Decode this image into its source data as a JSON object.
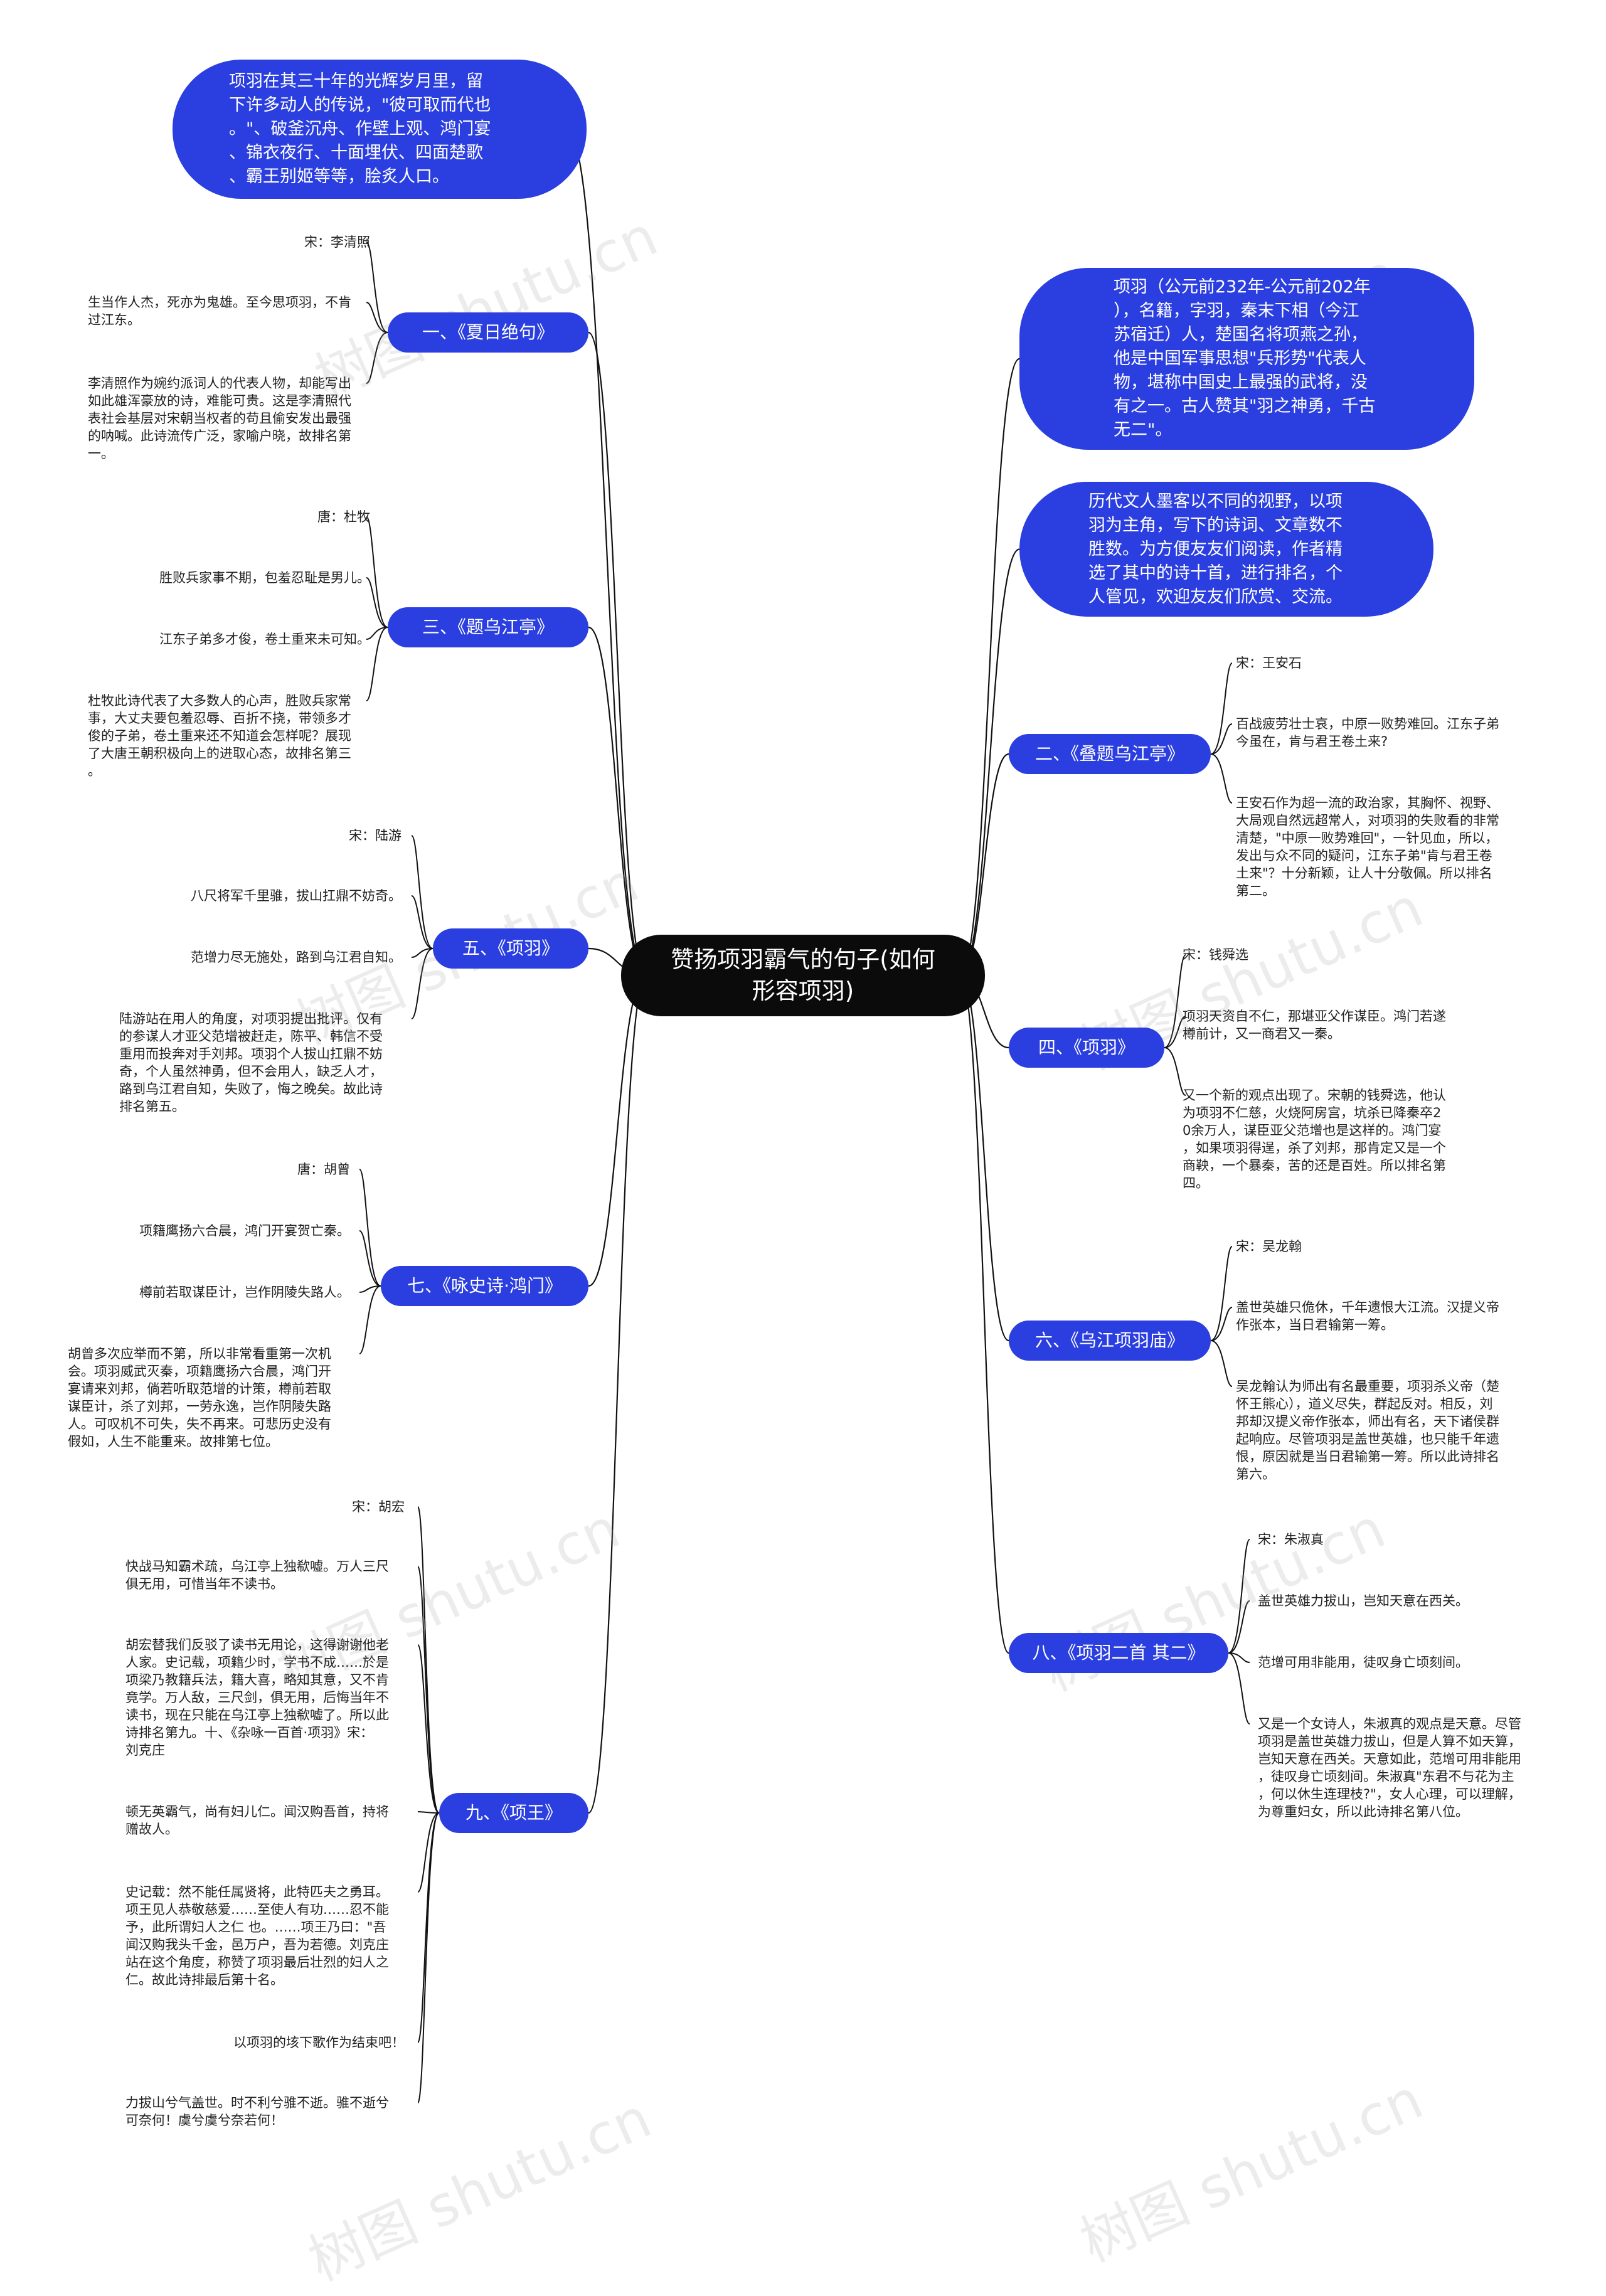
{
  "root": {
    "title": "赞扬项羽霸气的句子(如何\n形容项羽)"
  },
  "intro": {
    "top_left": "项羽在其三十年的光辉岁月里，留\n下许多动人的传说，\"彼可取而代也\n。\"、破釜沉舟、作壁上观、鸿门宴\n、锦衣夜行、十面埋伏、四面楚歌\n、霸王别姬等等，脍炙人口。",
    "right_1": "项羽（公元前232年-公元前202年\n），名籍，字羽，秦末下相（今江\n苏宿迁）人，楚国名将项燕之孙，\n他是中国军事思想\"兵形势\"代表人\n物，堪称中国史上最强的武将，没\n有之一。古人赞其\"羽之神勇，千古\n无二\"。",
    "right_2": "历代文人墨客以不同的视野，以项\n羽为主角，写下的诗词、文章数不\n胜数。为方便友友们阅读，作者精\n选了其中的诗十首，进行排名，个\n人管见，欢迎友友们欣赏、交流。"
  },
  "branches": {
    "b1": {
      "label": "一、《夏日绝句》",
      "leaves": [
        "宋：李清照",
        "生当作人杰，死亦为鬼雄。至今思项羽，不肯\n过江东。",
        "李清照作为婉约派词人的代表人物，却能写出\n如此雄浑豪放的诗，难能可贵。这是李清照代\n表社会基层对宋朝当权者的苟且偷安发出最强\n的呐喊。此诗流传广泛，家喻户晓，故排名第\n一。"
      ]
    },
    "b3": {
      "label": "三、《题乌江亭》",
      "leaves": [
        "唐：杜牧",
        "胜败兵家事不期，包羞忍耻是男儿。",
        "江东子弟多才俊，卷土重来未可知。",
        "杜牧此诗代表了大多数人的心声，胜败兵家常\n事，大丈夫要包羞忍辱、百折不挠，带领多才\n俊的子弟，卷土重来还不知道会怎样呢？展现\n了大唐王朝积极向上的进取心态，故排名第三\n。"
      ]
    },
    "b5": {
      "label": "五、《项羽》",
      "leaves": [
        "宋：陆游",
        "八尺将军千里骓，拔山扛鼎不妨奇。",
        "范增力尽无施处，路到乌江君自知。",
        "陆游站在用人的角度，对项羽提出批评。仅有\n的参谋人才亚父范增被赶走，陈平、韩信不受\n重用而投奔对手刘邦。项羽个人拔山扛鼎不妨\n奇，个人虽然神勇，但不会用人，缺乏人才，\n路到乌江君自知，失败了，悔之晚矣。故此诗\n排名第五。"
      ]
    },
    "b7": {
      "label": "七、《咏史诗·鸿门》",
      "leaves": [
        "唐：胡曾",
        "项籍鹰扬六合晨，鸿门开宴贺亡秦。",
        "樽前若取谋臣计，岂作阴陵失路人。",
        "胡曾多次应举而不第，所以非常看重第一次机\n会。项羽威武灭秦，项籍鹰扬六合晨，鸿门开\n宴请来刘邦，倘若听取范增的计策，樽前若取\n谋臣计，杀了刘邦，一劳永逸，岂作阴陵失路\n人。可叹机不可失，失不再来。可悲历史没有\n假如，人生不能重来。故排第七位。"
      ]
    },
    "b9": {
      "label": "九、《项王》",
      "leaves": [
        "宋：胡宏",
        "快战马知霸术疏，乌江亭上独欷嘘。万人三尺\n俱无用，可惜当年不读书。",
        "胡宏替我们反驳了读书无用论，这得谢谢他老\n人家。史记载，项籍少时，学书不成……於是\n项梁乃教籍兵法，籍大喜，略知其意，又不肯\n竟学。万人敌，三尺剑，俱无用，后悔当年不\n读书，现在只能在乌江亭上独欷嘘了。所以此\n诗排名第九。十、《杂咏一百首·项羽》宋：\n刘克庄",
        "顿无英霸气，尚有妇儿仁。闻汉购吾首，持将\n赠故人。",
        "史记载：然不能任属贤将，此特匹夫之勇耳。\n项王见人恭敬慈爱……至使人有功……忍不能\n予，此所谓妇人之仁 也。……项王乃曰：\"吾\n闻汉购我头千金，邑万户，吾为若德。刘克庄\n站在这个角度，称赞了项羽最后壮烈的妇人之\n仁。故此诗排最后第十名。",
        "以项羽的垓下歌作为结束吧！",
        "力拔山兮气盖世。时不利兮骓不逝。骓不逝兮\n可奈何！虞兮虞兮奈若何！"
      ]
    },
    "b2": {
      "label": "二、《叠题乌江亭》",
      "leaves": [
        "宋：王安石",
        "百战疲劳壮士哀，中原一败势难回。江东子弟\n今虽在，肯与君王卷土来?",
        "王安石作为超一流的政治家，其胸怀、视野、\n大局观自然远超常人，对项羽的失败看的非常\n清楚，\"中原一败势难回\"，一针见血，所以，\n发出与众不同的疑问，江东子弟\"肯与君王卷\n土来\"？十分新颖，让人十分敬佩。所以排名\n第二。"
      ]
    },
    "b4": {
      "label": "四、《项羽》",
      "leaves": [
        "宋：钱舜选",
        "项羽天资自不仁，那堪亚父作谋臣。鸿门若遂\n樽前计，又一商君又一秦。",
        "又一个新的观点出现了。宋朝的钱舜选，他认\n为项羽不仁慈，火烧阿房宫，坑杀已降秦卒2\n0余万人，谋臣亚父范增也是这样的。鸿门宴\n，如果项羽得逞，杀了刘邦，那肯定又是一个\n商鞅，一个暴秦，苦的还是百姓。所以排名第\n四。"
      ]
    },
    "b6": {
      "label": "六、《乌江项羽庙》",
      "leaves": [
        "宋：吴龙翰",
        "盖世英雄只佹休，千年遗恨大江流。汉提义帝\n作张本，当日君输第一筹。",
        "吴龙翰认为师出有名最重要，项羽杀义帝（楚\n怀王熊心），道义尽失，群起反对。相反，刘\n邦却汉提义帝作张本，师出有名，天下诸侯群\n起响应。尽管项羽是盖世英雄，也只能千年遗\n恨，原因就是当日君输第一筹。所以此诗排名\n第六。"
      ]
    },
    "b8": {
      "label": "八、《项羽二首 其二》",
      "leaves": [
        "宋：朱淑真",
        "盖世英雄力拔山，岂知天意在西关。",
        "范增可用非能用，徒叹身亡顷刻间。",
        "又是一个女诗人，朱淑真的观点是天意。尽管\n项羽是盖世英雄力拔山，但是人算不如天算，\n岂知天意在西关。天意如此，范增可用非能用\n，徒叹身亡顷刻间。朱淑真\"东君不与花为主\n，何以休生连理枝?\"，女人心理，可以理解，\n为尊重妇女，所以此诗排名第八位。"
      ]
    }
  },
  "watermark": "树图 shutu.cn",
  "colors": {
    "node_fill": "#2b3fe0",
    "root_fill": "#0b0b0b",
    "link": "#111111",
    "leaf_text": "#222222"
  }
}
